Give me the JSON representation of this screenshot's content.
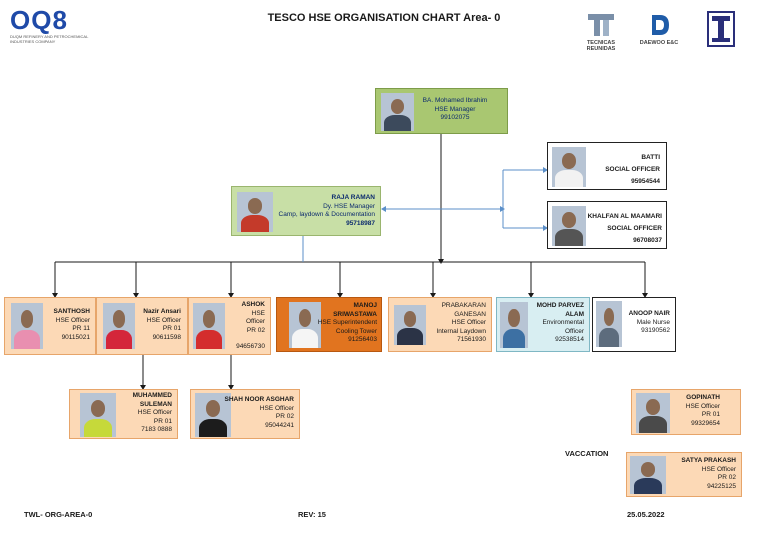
{
  "title": "TESCO HSE ORGANISATION CHART Area- 0",
  "logos": {
    "oq8": "OQ8",
    "oq8_sub": "DUQM REFINERY AND PETROCHEMICAL INDUSTRIES COMPANY",
    "tecnicas": "TECNICAS REUNIDAS",
    "daewoo": "DAEWOO E&C"
  },
  "manager": {
    "name": "BA. Mohamed Ibrahim",
    "role": "HSE Manager",
    "phone": "99102075"
  },
  "deputy": {
    "name": "RAJA RAMAN",
    "role": "Dy.  HSE Manager",
    "area": "Camp, laydown & Documentation",
    "phone": "95718987"
  },
  "social": [
    {
      "name": "BATTI",
      "role": "SOCIAL OFFICER",
      "phone": "95954544"
    },
    {
      "name": "KHALFAN AL MAAMARI",
      "role": "SOCIAL OFFICER",
      "phone": "96708037"
    }
  ],
  "officers": [
    {
      "name": "SANTHOSH",
      "role": "HSE Officer",
      "extra": "PR 11",
      "phone": "90115021"
    },
    {
      "name": "Nazir Ansari",
      "role": "HSE Officer",
      "extra": "PR 01",
      "phone": "90611598"
    },
    {
      "name": "ASHOK",
      "role": "HSE",
      "role2": "Officer",
      "extra": "PR 02",
      "phone": "94656730"
    },
    {
      "name": "MANOJ",
      "name2": "SRIWASTAWA",
      "role": "HSE Superintendent",
      "extra": "Cooling Tower",
      "phone": "91256403"
    },
    {
      "name": "PRABAKARAN",
      "name2": "GANESAN",
      "role": "HSE Officer",
      "extra": "Internal Laydown",
      "phone": "71561930"
    },
    {
      "name": "MOHD PARVEZ",
      "name2": "ALAM",
      "role": "Environmental",
      "role2": "Officer",
      "phone": "92538514"
    },
    {
      "name": "ANOOP NAIR",
      "role": "Male Nurse",
      "phone": "93190562"
    }
  ],
  "sub_officers": [
    {
      "name": "MUHAMMED",
      "name2": "SULEMAN",
      "role": "HSE Officer",
      "extra": "PR 01",
      "phone": "7183 0888"
    },
    {
      "name": "SHAH NOOR ASGHAR",
      "role": "HSE Officer",
      "extra": "PR 02",
      "phone": "95044241"
    }
  ],
  "vacation_label": "VACCATION",
  "vacation": [
    {
      "name": "GOPINATH",
      "role": "HSE Officer",
      "extra": "PR 01",
      "phone": "99329654"
    },
    {
      "name": "SATYA PRAKASH",
      "role": "HSE Officer",
      "extra": "PR 02",
      "phone": "94225125"
    }
  ],
  "footer": {
    "doc": "TWL- ORG-AREA-0",
    "rev": "REV: 15",
    "date": "25.05.2022"
  },
  "colors": {
    "orange_card": "#fcd9b6",
    "green_card": "#a9c771",
    "highlight_card": "#e1741f",
    "env_card": "#d8eef2"
  }
}
